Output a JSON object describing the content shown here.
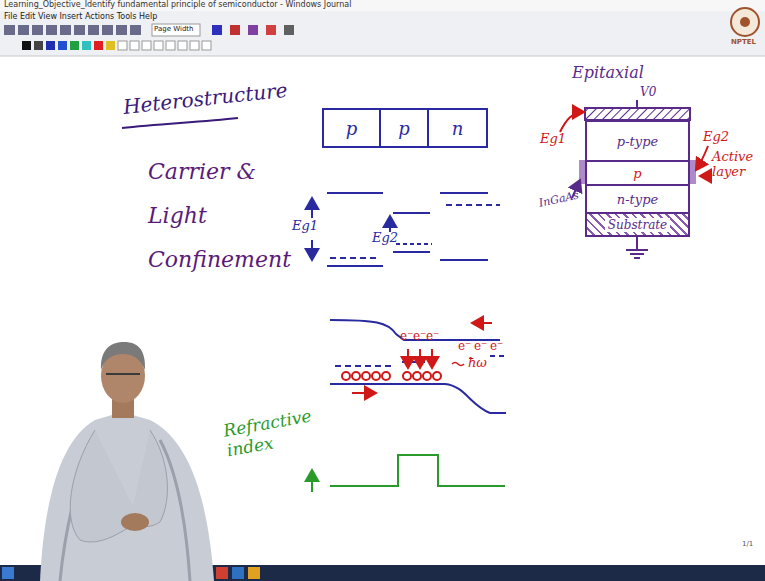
{
  "diagram": {
    "nodes": [
      {
        "text": [
          "p"
        ]
      },
      {
        "text": [
          "p"
        ]
      },
      {
        "text": [
          "n"
        ]
      },
      {
        "text": [
          "p-type"
        ]
      },
      {
        "text": [
          "p"
        ]
      },
      {
        "text": [
          "n-type"
        ]
      },
      {
        "text": [
          "Substrate"
        ]
      }
    ],
    "labels": [
      "Learning_Objective_Identify fundamental principle of semiconductor - Windows Journal",
      "File Edit View Insert Actions Tools Help",
      "Page Width",
      "NPTEL",
      "Heterostructure",
      "Carrier & Light Confinement",
      "Eg1",
      "Eg2",
      "e⁻",
      "e⁻",
      "e⁻",
      "e⁻",
      "e⁻",
      "e⁻",
      "ħω",
      "Refractive index",
      "Epitaxial",
      "V0",
      "Eg1",
      "Eg2",
      "Active layer",
      "InGaAs",
      "1/1"
    ]
  }
}
